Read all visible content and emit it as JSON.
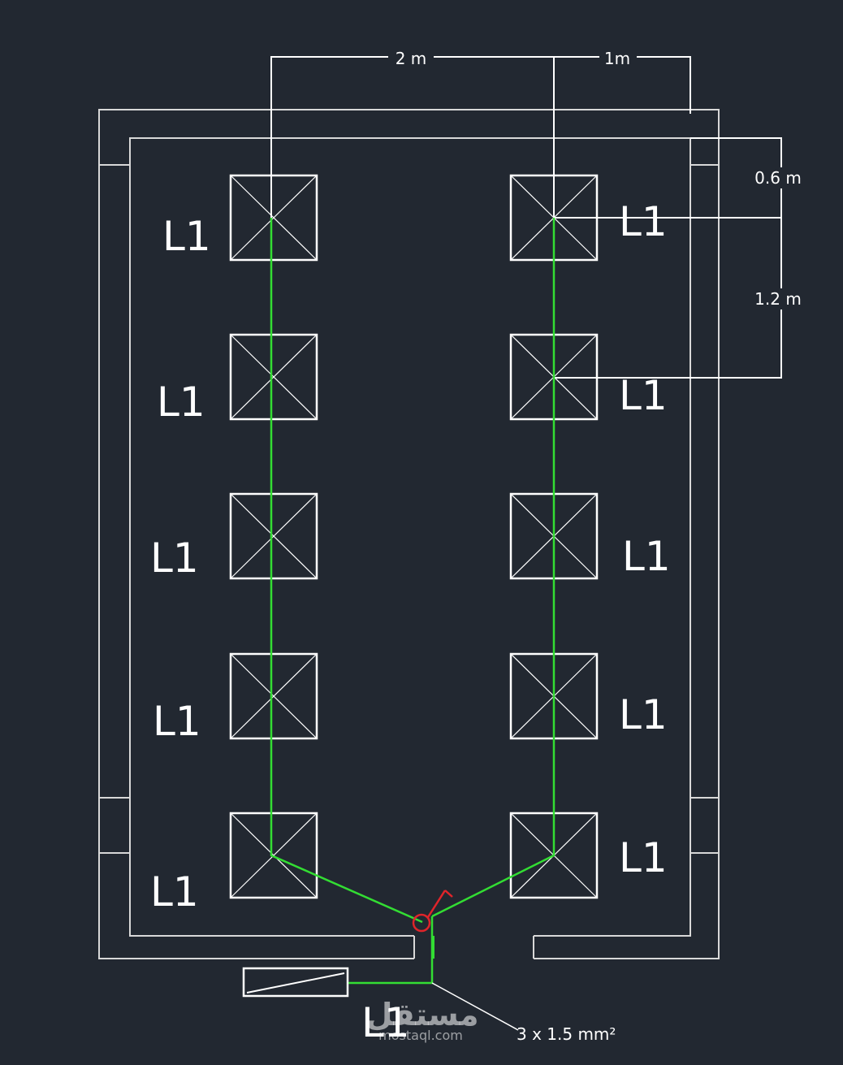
{
  "dimensions": {
    "top_left": "2 m",
    "top_right": "1m",
    "side_top": "0.6 m",
    "side_middle": "1.2 m"
  },
  "fixtures": {
    "label": "L1",
    "left_column": [
      "L1",
      "L1",
      "L1",
      "L1",
      "L1"
    ],
    "right_column": [
      "L1",
      "L1",
      "L1",
      "L1",
      "L1"
    ]
  },
  "cable": {
    "label": "3 x 1.5 mm²"
  },
  "panel": {
    "label": "L1"
  },
  "watermark": {
    "arabic": "مستقل",
    "domain": "mostaql.com"
  },
  "colors": {
    "background": "#222831",
    "lines": "#ffffff",
    "wiring": "#33dd33",
    "switch": "#e0242a"
  }
}
